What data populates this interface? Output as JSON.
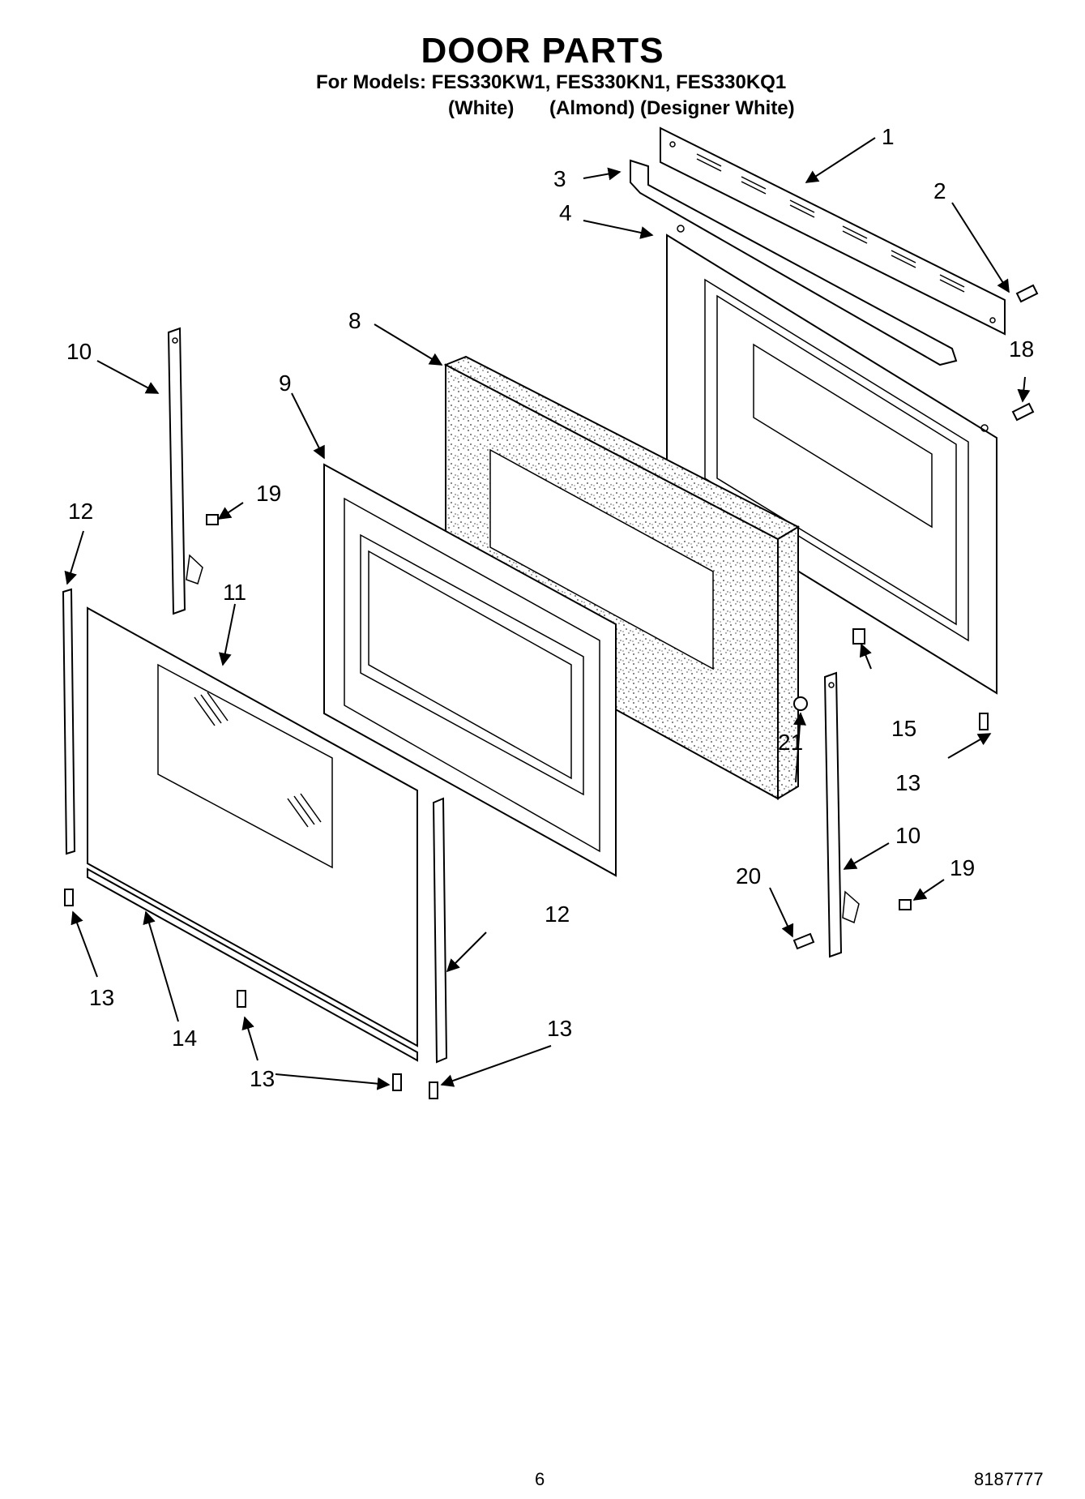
{
  "header": {
    "title": "DOOR PARTS",
    "models_line": "For Models: FES330KW1, FES330KN1, FES330KQ1",
    "variant_white": "(White)",
    "variant_almond_designer": "(Almond) (Designer White)"
  },
  "callouts": {
    "c1": "1",
    "c2": "2",
    "c3": "3",
    "c4": "4",
    "c8": "8",
    "c9": "9",
    "c10a": "10",
    "c10b": "10",
    "c11": "11",
    "c12a": "12",
    "c12b": "12",
    "c13a": "13",
    "c13b": "13",
    "c13c": "13",
    "c13d": "13",
    "c14": "14",
    "c15": "15",
    "c18": "18",
    "c19a": "19",
    "c19b": "19",
    "c20": "20",
    "c21": "21"
  },
  "footer": {
    "page_number": "6",
    "document_number": "8187777"
  }
}
